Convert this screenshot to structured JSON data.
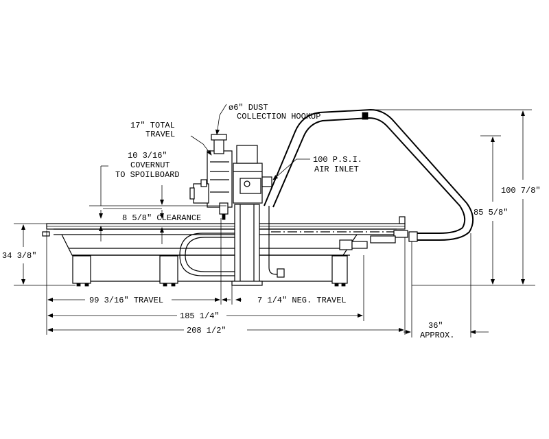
{
  "labels": {
    "dust_line1": "ø6\" DUST",
    "dust_line2": "COLLECTION HOOKUP",
    "travel17_line1": "17\" TOTAL",
    "travel17_line2": "TRAVEL",
    "covernut_line1": "10 3/16\"",
    "covernut_line2": "COVERNUT",
    "covernut_line3": "TO SPOILBOARD",
    "air_line1": "100 P.S.I.",
    "air_line2": "AIR INLET",
    "clearance": "8 5/8\" CLEARANCE",
    "dim_100_7_8": "100 7/8\"",
    "dim_85_5_8": "85 5/8\"",
    "dim_34_3_8": "34 3/8\"",
    "travel_99": "99 3/16\" TRAVEL",
    "neg_travel": "7 1/4\" NEG. TRAVEL",
    "dim_185": "185 1/4\"",
    "dim_208": "208 1/2\"",
    "approx_line1": "36\"",
    "approx_line2": "APPROX."
  }
}
